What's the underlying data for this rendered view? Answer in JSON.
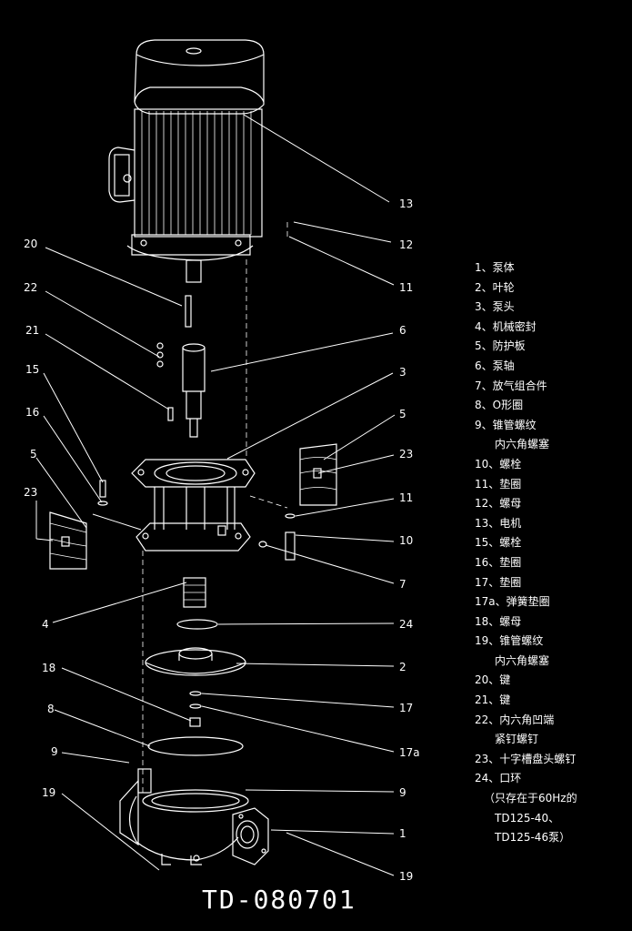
{
  "drawing_id": "TD-080701",
  "callouts": [
    "13",
    "12",
    "11",
    "20",
    "22",
    "6",
    "21",
    "3",
    "5",
    "23",
    "15",
    "16",
    "5",
    "23",
    "11",
    "10",
    "7",
    "4",
    "24",
    "2",
    "18",
    "17",
    "8",
    "17a",
    "9",
    "9",
    "19",
    "1",
    "19"
  ],
  "legend": [
    "1、泵体",
    "2、叶轮",
    "3、泵头",
    "4、机械密封",
    "5、防护板",
    "6、泵轴",
    "7、放气组合件",
    "8、O形圈",
    "9、锥管螺纹",
    "内六角螺塞",
    "10、螺栓",
    "11、垫圈",
    "12、螺母",
    "13、电机",
    "15、螺栓",
    "16、垫圈",
    "17、垫圈",
    "17a、弹簧垫圈",
    "18、螺母",
    "19、锥管螺纹",
    "内六角螺塞",
    "20、键",
    "21、键",
    "22、内六角凹端",
    "紧钉螺钉",
    "23、十字槽盘头螺钉",
    "24、口环",
    "（只存在于60Hz的",
    "TD125-40、",
    "TD125-46泵）"
  ]
}
